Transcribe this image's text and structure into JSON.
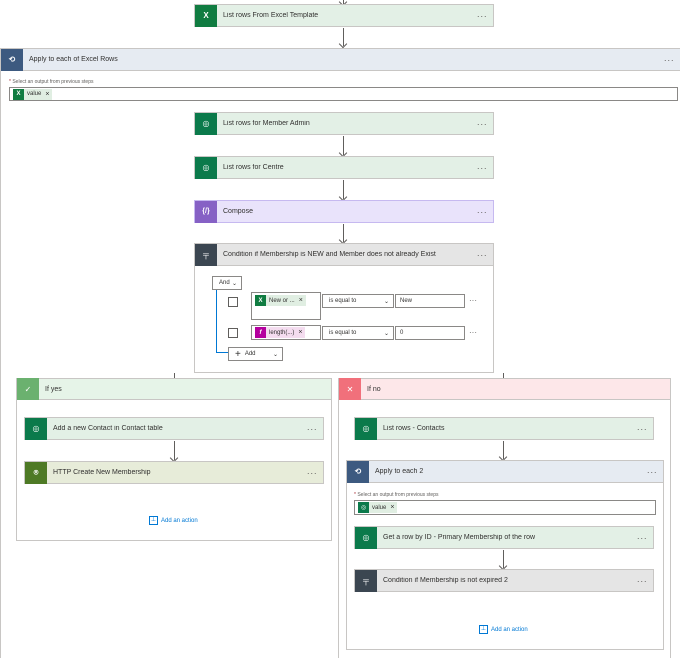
{
  "steps": {
    "list_excel": "List rows From Excel Template",
    "apply_each": "Apply to each of Excel Rows",
    "apply_each_select_label": "Select an output from previous steps",
    "apply_each_token": "value",
    "member_admin": "List rows for Member Admin",
    "centre": "List rows for Centre",
    "compose": "Compose",
    "condition": "Condition if Membership is NEW and Member does not already Exist"
  },
  "condition": {
    "group_op": "And",
    "rows": [
      {
        "token": "New or ...",
        "operator": "is equal to",
        "value": "New"
      },
      {
        "token": "length(...)",
        "operator": "is equal to",
        "value": "0"
      }
    ],
    "add_label": "Add"
  },
  "if_yes": {
    "header": "If yes",
    "step1": "Add a new Contact in Contact table",
    "step2": "HTTP Create New Membership",
    "add_action": "Add an action"
  },
  "if_no": {
    "header": "If no",
    "step1": "List rows - Contacts",
    "apply_each2": "Apply to each 2",
    "select_label": "Select an output from previous steps",
    "token": "value",
    "step_get": "Get a row by ID - Primary Membership of the row",
    "step_cond2": "Condition if Membership is not expired 2",
    "add_action": "Add an action"
  },
  "more_label": "···",
  "required_mark": "*",
  "icons": {
    "excel": "excel-icon",
    "dataverse": "dataverse-icon",
    "loop": "loop-icon",
    "compose": "compose-icon",
    "condition": "condition-icon",
    "http": "http-icon",
    "check": "check-icon",
    "close": "close-icon",
    "expression": "fx-icon"
  },
  "colors": {
    "green": "#107c41",
    "purple": "#8661c5",
    "yes_header": "#e6f4e8",
    "no_header": "#fde7e9"
  }
}
